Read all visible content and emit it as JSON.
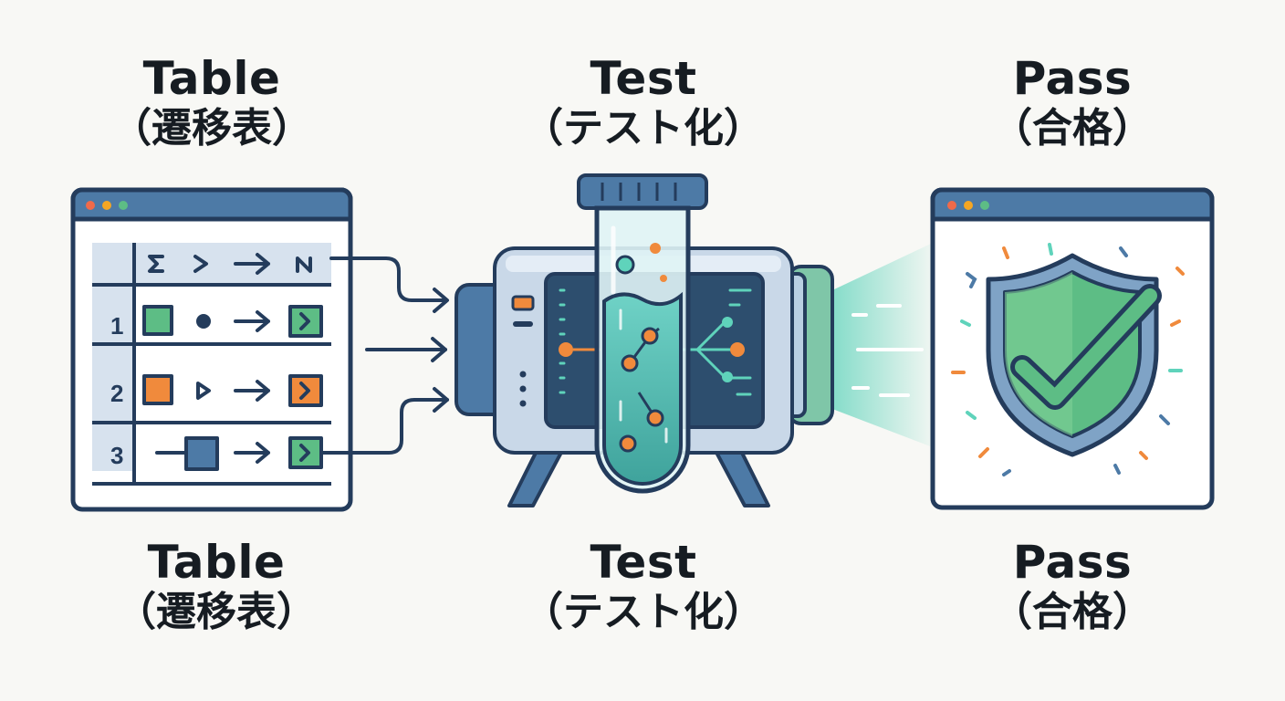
{
  "steps": [
    {
      "title": "Table",
      "subtitle": "（遷移表）"
    },
    {
      "title": "Test",
      "subtitle": "（テスト化）"
    },
    {
      "title": "Pass",
      "subtitle": "（合格）"
    }
  ],
  "table_rows": [
    {
      "num": "1",
      "tag": "green"
    },
    {
      "num": "2",
      "tag": "orange"
    },
    {
      "num": "3",
      "tag": "blue"
    }
  ],
  "colors": {
    "navy": "#243c5c",
    "steel": "#4d7aa6",
    "green": "#5dbd85",
    "orange": "#f08a3c",
    "teal": "#5fd3bb",
    "background": "#f8f8f5"
  },
  "icons": [
    "window-dots-icon",
    "arrow-icon",
    "test-tube-icon",
    "shield-check-icon",
    "confetti-icon"
  ]
}
